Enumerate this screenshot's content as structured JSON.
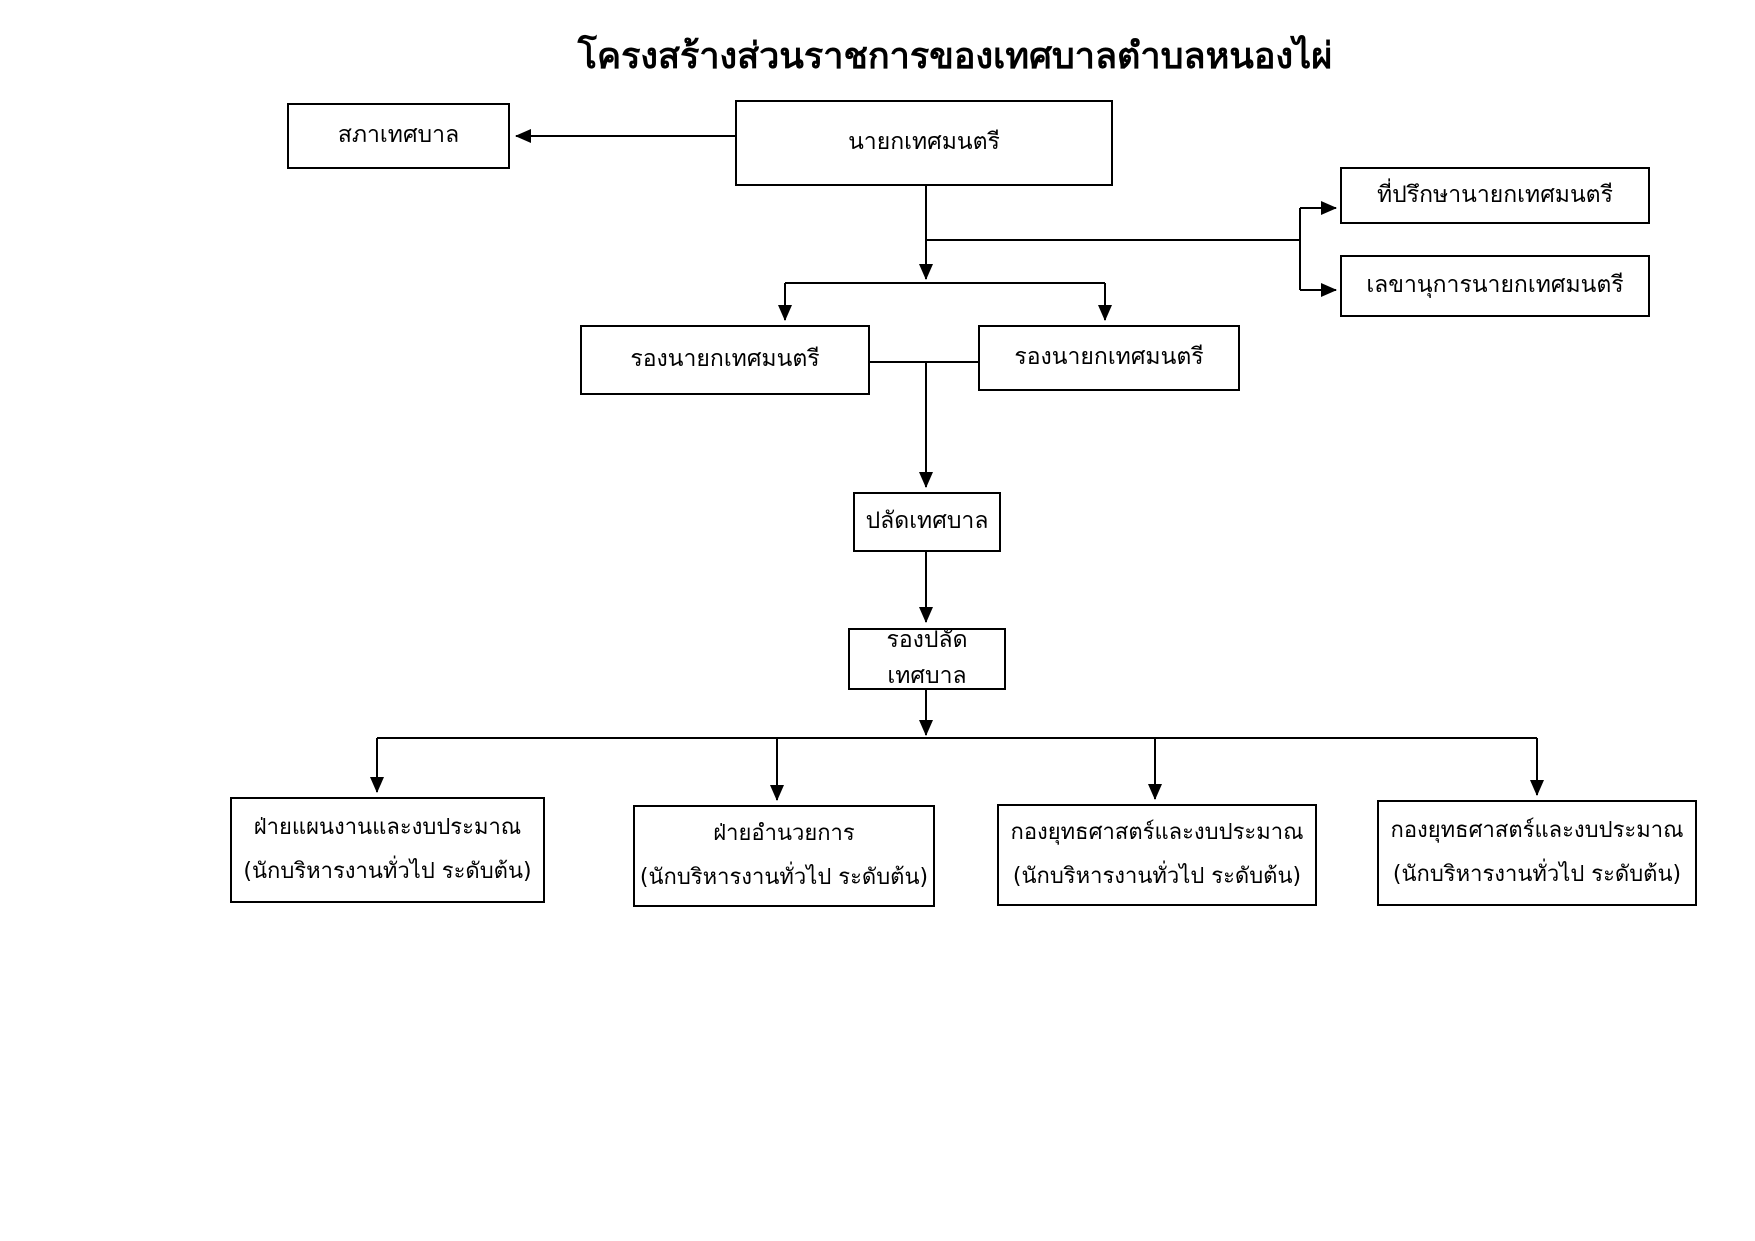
{
  "title": "โครงสร้างส่วนราชการของเทศบาลตำบลหนองไผ่",
  "nodes": {
    "council": {
      "label": "สภาเทศบาล"
    },
    "mayor": {
      "label": "นายกเทศมนตรี"
    },
    "advisor": {
      "label": "ที่ปรึกษานายกเทศมนตรี"
    },
    "secretary": {
      "label": "เลขานุการนายกเทศมนตรี"
    },
    "deputy_mayor_left": {
      "label": "รองนายกเทศมนตรี"
    },
    "deputy_mayor_right": {
      "label": "รองนายกเทศมนตรี"
    },
    "clerk": {
      "label": "ปลัดเทศบาล"
    },
    "deputy_clerk": {
      "label": "รองปลัดเทศบาล"
    },
    "division_planning": {
      "line1": "ฝ่ายแผนงานและงบประมาณ",
      "line2": "(นักบริหารงานทั่วไป ระดับต้น)"
    },
    "division_admin": {
      "line1": "ฝ่ายอำนวยการ",
      "line2": "(นักบริหารงานทั่วไป ระดับต้น)"
    },
    "division_strategy1": {
      "line1": "กองยุทธศาสตร์และงบประมาณ",
      "line2": "(นักบริหารงานทั่วไป ระดับต้น)"
    },
    "division_strategy2": {
      "line1": "กองยุทธศาสตร์และงบประมาณ",
      "line2": "(นักบริหารงานทั่วไป ระดับต้น)"
    }
  },
  "colors": {
    "background": "#ffffff",
    "line": "#000000",
    "box_border": "#000000",
    "text": "#000000"
  }
}
